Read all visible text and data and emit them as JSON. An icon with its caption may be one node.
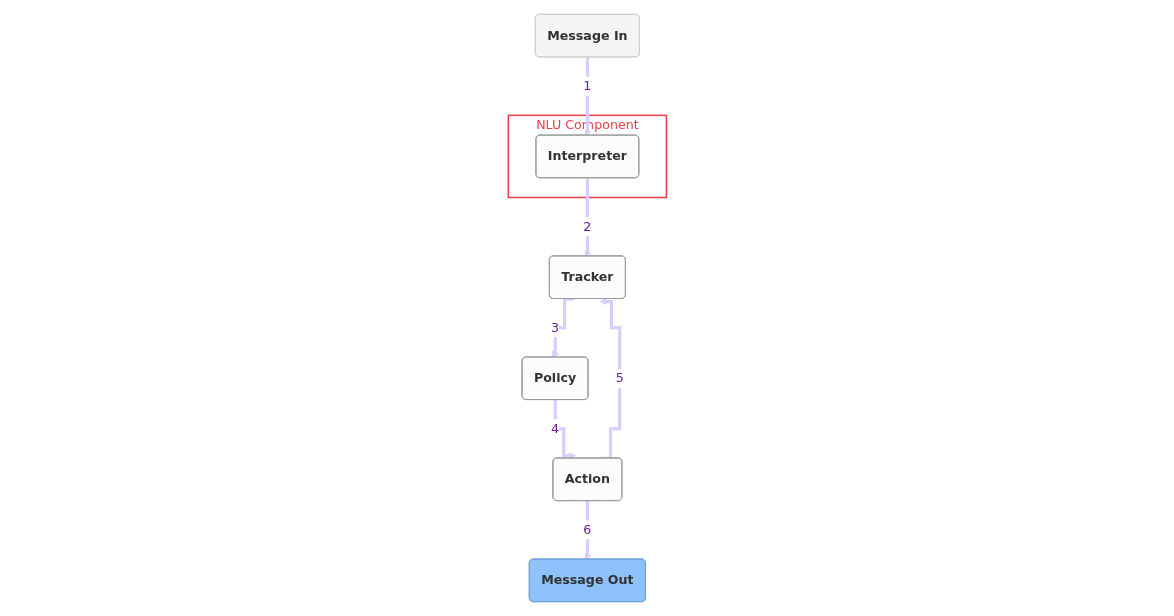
{
  "diagram": {
    "nodes": [
      {
        "text": [
          "NLU Component"
        ]
      },
      {
        "text": [
          "Interpreter"
        ],
        "in": 0
      },
      {
        "text": [
          "Message In"
        ]
      },
      {
        "text": [
          "Tracker"
        ]
      },
      {
        "text": [
          "Policy"
        ]
      },
      {
        "text": [
          "Message Out"
        ]
      },
      {
        "text": [
          "Action"
        ]
      }
    ],
    "edges": [
      {
        "from": 2,
        "to": 1,
        "label": "1",
        "arrow": "to"
      },
      {
        "from": 1,
        "to": 3,
        "label": "2",
        "arrow": "to"
      },
      {
        "from": 3,
        "to": 4,
        "label": "3",
        "arrow": "to"
      },
      {
        "from": 4,
        "to": 6,
        "label": "4",
        "arrow": "to"
      },
      {
        "from": 6,
        "to": 3,
        "label": "5",
        "arrow": "to"
      },
      {
        "from": 6,
        "to": 5,
        "label": "6",
        "arrow": "to"
      }
    ]
  }
}
